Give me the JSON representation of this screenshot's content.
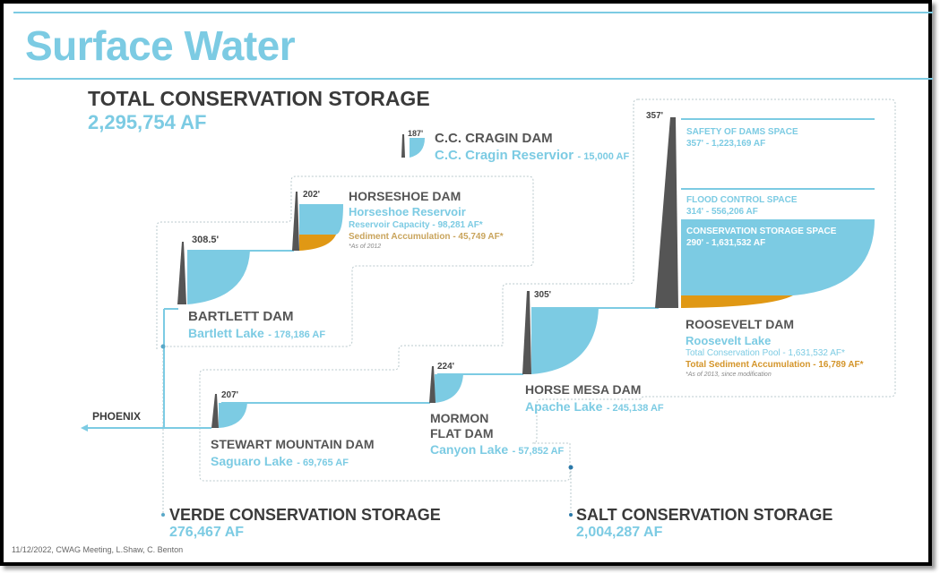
{
  "page": {
    "title": "Surface Water",
    "footer": "11/12/2022, CWAG Meeting, L.Shaw, C. Benton"
  },
  "colors": {
    "accent": "#7ccbe3",
    "water": "#7ccbe3",
    "sediment": "#e09814",
    "dam": "#555555",
    "heading": "#3a3a3a",
    "gold_text": "#c9a45c"
  },
  "total": {
    "label": "TOTAL CONSERVATION STORAGE",
    "value": "2,295,754 AF"
  },
  "dams": {
    "cragin": {
      "height": "187'",
      "name": "C.C. CRAGIN DAM",
      "reservoir": "C.C. Cragin Reservior",
      "capacity": "- 15,000 AF"
    },
    "horseshoe": {
      "height": "202'",
      "name": "HORSESHOE DAM",
      "reservoir": "Horseshoe Reservoir",
      "capacity_line": "Reservoir Capacity - 98,281 AF*",
      "sediment_line": "Sediment Accumulation - 45,749 AF*",
      "note": "*As of 2012"
    },
    "bartlett": {
      "height": "308.5'",
      "name": "BARTLETT DAM",
      "reservoir": "Bartlett Lake",
      "capacity": "- 178,186 AF"
    },
    "roosevelt": {
      "height": "357'",
      "name": "ROOSEVELT DAM",
      "reservoir": "Roosevelt Lake",
      "pool_line": "Total Conservation Pool - 1,631,532 AF*",
      "sediment_line": "Total Sediment Accumulation - 16,789 AF*",
      "note": "*As of 2013, since modification",
      "zones": [
        {
          "label": "SAFETY OF DAMS SPACE",
          "value": "357' - 1,223,169 AF"
        },
        {
          "label": "FLOOD CONTROL SPACE",
          "value": "314' - 556,206 AF"
        },
        {
          "label": "CONSERVATION STORAGE SPACE",
          "value": "290' - 1,631,532 AF"
        }
      ]
    },
    "horse_mesa": {
      "height": "305'",
      "name": "HORSE MESA DAM",
      "reservoir": "Apache Lake",
      "capacity": "- 245,138 AF"
    },
    "mormon_flat": {
      "height": "224'",
      "name_line1": "MORMON",
      "name_line2": "FLAT DAM",
      "reservoir": "Canyon Lake",
      "capacity": "- 57,852 AF"
    },
    "stewart": {
      "height": "207'",
      "name": "STEWART MOUNTAIN DAM",
      "reservoir": "Saguaro Lake",
      "capacity": "- 69,765 AF"
    }
  },
  "phoenix": {
    "label": "PHOENIX"
  },
  "verde": {
    "label": "VERDE CONSERVATION STORAGE",
    "value": "276,467 AF"
  },
  "salt": {
    "label": "SALT CONSERVATION STORAGE",
    "value": "2,004,287 AF"
  }
}
